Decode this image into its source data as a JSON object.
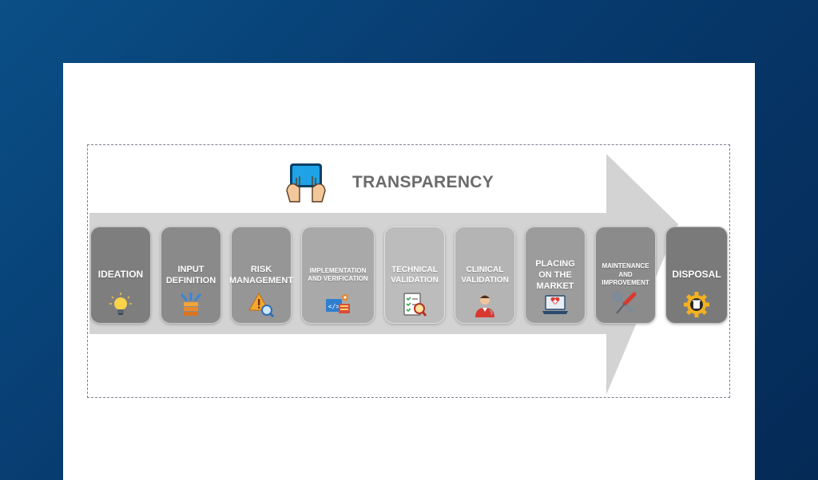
{
  "title": "TRANSPARENCY",
  "icons": {
    "title": "tablet-touch-icon"
  },
  "steps": [
    {
      "id": "ideation",
      "label": "IDEATION",
      "icon": "lightbulb-icon",
      "color": "#7e7e7e"
    },
    {
      "id": "input-definition",
      "label": "INPUT DEFINITION",
      "icon": "data-input-icon",
      "color": "#8a8a8a"
    },
    {
      "id": "risk-management",
      "label": "RISK MANAGEMENT",
      "icon": "risk-warning-icon",
      "color": "#969696"
    },
    {
      "id": "implementation-verification",
      "label": "IMPLEMENTATION AND VERIFICATION",
      "icon": "code-monitor-icon",
      "color": "#a9a9a9"
    },
    {
      "id": "technical-validation",
      "label": "TECHNICAL VALIDATION",
      "icon": "checklist-magnifier-icon",
      "color": "#bcbcbc"
    },
    {
      "id": "clinical-validation",
      "label": "CLINICAL VALIDATION",
      "icon": "doctor-icon",
      "color": "#b4b4b4"
    },
    {
      "id": "placing-market",
      "label": "PLACING ON THE MARKET",
      "icon": "laptop-medical-icon",
      "color": "#9c9c9c"
    },
    {
      "id": "maintenance-improvement",
      "label": "MAINTENANCE AND IMPROVEMENT",
      "icon": "wrench-screwdriver-icon",
      "color": "#8b8b8b"
    },
    {
      "id": "disposal",
      "label": "DISPOSAL",
      "icon": "disposal-gear-icon",
      "color": "#7a7a7a"
    }
  ]
}
